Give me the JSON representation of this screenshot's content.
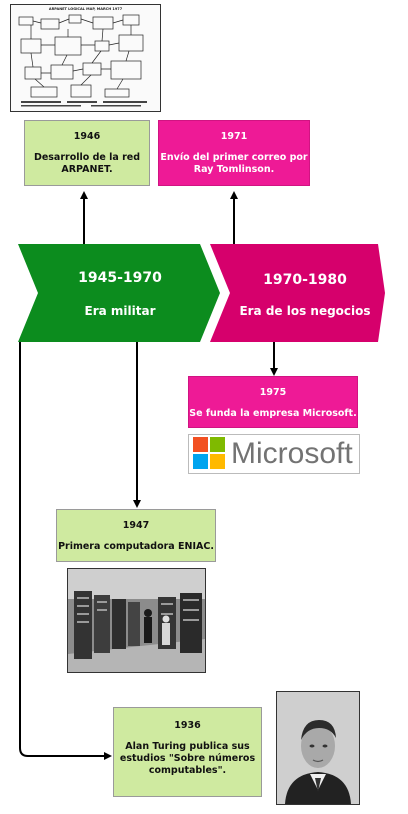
{
  "arpanet_map": {
    "title": "ARPANET LOGICAL MAP, MARCH 1977"
  },
  "eras": [
    {
      "years": "1945-1970",
      "name": "Era militar",
      "color": "#0c8c1e"
    },
    {
      "years": "1970-1980",
      "name": "Era de los negocios",
      "color": "#d6006c"
    }
  ],
  "events": {
    "e1946": {
      "year": "1946",
      "text": "Desarrollo de la red ARPANET."
    },
    "e1971": {
      "year": "1971",
      "text": "Envío del primer correo por Ray Tomlinson."
    },
    "e1975": {
      "year": "1975",
      "text": "Se funda la empresa Microsoft."
    },
    "e1947": {
      "year": "1947",
      "text": "Primera computadora ENIAC."
    },
    "e1936": {
      "year": "1936",
      "text": "Alan Turing publica sus estudios \"Sobre números computables\"."
    }
  },
  "microsoft_logo": {
    "text": "Microsoft",
    "colors": [
      "#f25022",
      "#7fba00",
      "#00a4ef",
      "#ffb900"
    ]
  },
  "colors": {
    "green_box": "#cfeaa0",
    "pink_box": "#ee1a96",
    "arrow": "#000000"
  }
}
